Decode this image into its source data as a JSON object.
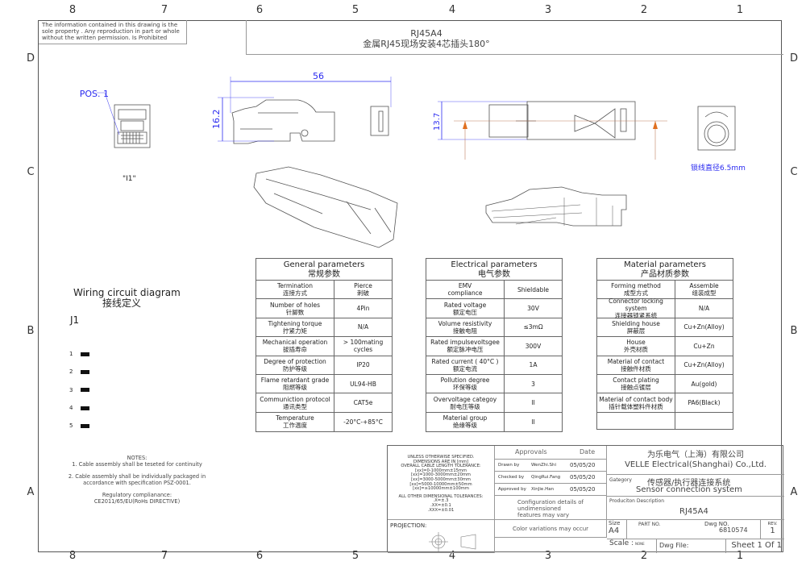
{
  "zones": {
    "columns": [
      "8",
      "7",
      "6",
      "5",
      "4",
      "3",
      "2",
      "1"
    ],
    "rows": [
      "D",
      "C",
      "B",
      "A"
    ]
  },
  "notice": "The information contained in this drawing is the sole property . Any reproduction in part or whole without the written permission. Is Prohibited",
  "title": {
    "part": "RJ45A4",
    "description": "金属RJ45现场安装4芯插头180°"
  },
  "drawing": {
    "pos_label": "POS. 1",
    "view_label": "\"I1\"",
    "dim_length": "56",
    "dim_height": "16.2",
    "dim_width": "13.7",
    "cable_note": "锁线直径6.5mm",
    "colors": {
      "dimension": "#2a2af0",
      "section": "#e07020"
    }
  },
  "wiring": {
    "title": "Wiring circuit diagram",
    "title_cn": "接线定义",
    "connector": "J1",
    "pins": [
      "1",
      "2",
      "3",
      "4",
      "5"
    ]
  },
  "notes": {
    "heading": "NOTES:",
    "items": [
      "1. Cable assembly shall be teseted for continuity",
      "2. Cable assembly shall be individually packaged in accordance with  specification PSZ-0001."
    ],
    "regulatory": "Regulatory complianance:",
    "regulatory_value": "CE2011/65/EU(RoHs DIRECTIVE)"
  },
  "general": {
    "title": "General parameters",
    "title_cn": "常规参数",
    "rows": [
      {
        "label": "Termination",
        "label_cn": "连接方式",
        "value": "Pierce",
        "value_cn": "刺破"
      },
      {
        "label": "Number of holes",
        "label_cn": "针脚数",
        "value": "4Pin",
        "value_cn": ""
      },
      {
        "label": "Tightening torque",
        "label_cn": "拧紧力矩",
        "value": "N/A",
        "value_cn": ""
      },
      {
        "label": "Mechanical operation",
        "label_cn": "拔插寿命",
        "value": "> 100mating cycles",
        "value_cn": ""
      },
      {
        "label": "Degree of protection",
        "label_cn": "防护等级",
        "value": "IP20",
        "value_cn": ""
      },
      {
        "label": "Flame retardant grade",
        "label_cn": "阻燃等级",
        "value": "UL94-HB",
        "value_cn": ""
      },
      {
        "label": "Communiction  protocol",
        "label_cn": "通讯类型",
        "value": "CAT5e",
        "value_cn": ""
      },
      {
        "label": "Temperature",
        "label_cn": "工作温度",
        "value": "-20°C-+85°C",
        "value_cn": ""
      }
    ]
  },
  "electrical": {
    "title": "Electrical parameters",
    "title_cn": "电气参数",
    "rows": [
      {
        "label": "EMV",
        "label_cn": "compliance",
        "value": "Shieldable",
        "value_cn": ""
      },
      {
        "label": "Rated voltage",
        "label_cn": "额定电压",
        "value": "30V",
        "value_cn": ""
      },
      {
        "label": "Volume resistivity",
        "label_cn": "接触电阻",
        "value": "≤3mΩ",
        "value_cn": ""
      },
      {
        "label": "Rated impulsevoltsgee",
        "label_cn": "额定脉冲电压",
        "value": "300V",
        "value_cn": ""
      },
      {
        "label": "Rated current ( 40°C )",
        "label_cn": "额定电流",
        "value": "1A",
        "value_cn": ""
      },
      {
        "label": "Pollution degree",
        "label_cn": "环保等级",
        "value": "3",
        "value_cn": ""
      },
      {
        "label": "Overvoltage categoy",
        "label_cn": "耐电压等级",
        "value": "II",
        "value_cn": ""
      },
      {
        "label": "Material group",
        "label_cn": "绝缘等级",
        "value": "II",
        "value_cn": ""
      }
    ]
  },
  "material": {
    "title": "Material parameters",
    "title_cn": "产品材质参数",
    "rows": [
      {
        "label": "Forming method",
        "label_cn": "成型方式",
        "value": "Assemble",
        "value_cn": "组装成型"
      },
      {
        "label": "Connector locking system",
        "label_cn": "连接器锁紧系统",
        "value": "N/A",
        "value_cn": ""
      },
      {
        "label": "Shielding house",
        "label_cn": "屏蔽层",
        "value": "Cu+Zn(Alloy)",
        "value_cn": ""
      },
      {
        "label": "House",
        "label_cn": "外壳材质",
        "value": "Cu+Zn",
        "value_cn": ""
      },
      {
        "label": "Material of contact",
        "label_cn": "接触件材质",
        "value": "Cu+Zn(Alloy)",
        "value_cn": ""
      },
      {
        "label": "Contact plating",
        "label_cn": "接触点镀层",
        "value": "Au(gold)",
        "value_cn": ""
      },
      {
        "label": "Material of contact body",
        "label_cn": "插针载体塑料件材质",
        "value": "PA6(Black)",
        "value_cn": ""
      }
    ]
  },
  "titleblock": {
    "tolerance_lines": [
      "UNLESS OTHERWISE SPECIFIED.",
      "DIMENSIONS ARE IN [mm]",
      "OVERALL CABLE LENGTH TOLERANCE:",
      "[xx]=0-1000mm±15mm",
      "[xx]=1000-3000mm±20mm",
      "[xx]=3000-5000mm±30mm",
      "[xx]=5000-10000mm±50mm",
      "[xx]=≥10000mm±100mm"
    ],
    "other_tolerance_lines": [
      "ALL OTHER DIMENSIONAL TOLERANCES:",
      ".X=±.3",
      ".XX=±0.1",
      ".XXX=±0.01"
    ],
    "projection": "PROJECTION:",
    "approvals_header": "Approvals",
    "date_header": "Date",
    "approvals": [
      {
        "role": "Drawn by",
        "name": "WenZhi.Shi",
        "date": "05/05/20"
      },
      {
        "role": "Checked by",
        "name": "QingRui.Fang",
        "date": "05/05/20"
      },
      {
        "role": "Approved by",
        "name": "XinJie.Han",
        "date": "05/05/20"
      }
    ],
    "config_note": "Configuration details of undimensioned features may vary",
    "color_note": "Color variations may occur",
    "company_cn": "为乐电气（上海）有限公司",
    "company": "VELLE Electrical(Shanghai) Co.,Ltd.",
    "category_label": "Gategory",
    "category_cn": "传感器/执行器连接系统",
    "category": "Sensor connection system",
    "production_label": "Produciton Description",
    "production": "RJ45A4",
    "size_label": "Size",
    "size": "A4",
    "part_label": "PART NO.",
    "dwg_label": "Dwg NO.",
    "dwg_no": "6810574",
    "rev_label": "REV.",
    "rev": "1",
    "scale_label": "Scale :",
    "scale": "NONE",
    "file_label": "Dwg File:",
    "sheet": "Sheet 1 Of 1"
  }
}
